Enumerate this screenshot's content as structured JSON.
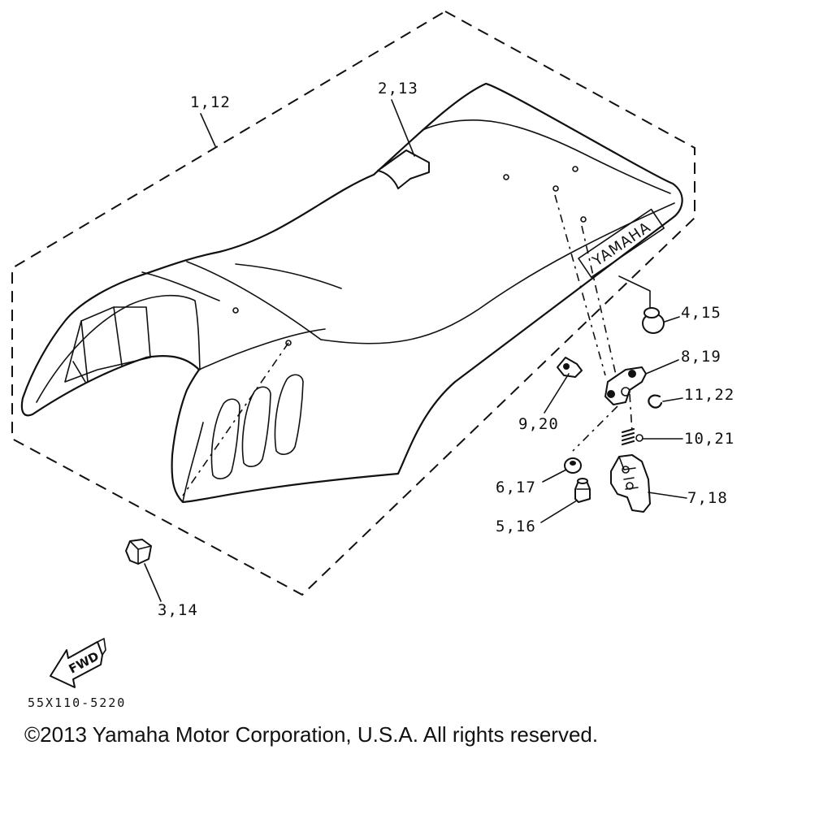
{
  "callouts": {
    "c1": "1,12",
    "c2": "2,13",
    "c3": "3,14",
    "c4": "4,15",
    "c5": "5,16",
    "c6": "6,17",
    "c7": "7,18",
    "c8": "8,19",
    "c9": "9,20",
    "c10": "10,21",
    "c11": "11,22"
  },
  "seat_logo": "YAMAHA",
  "direction_label": "FWD",
  "diagram_ref": "55X110-5220",
  "copyright": "©2013 Yamaha Motor Corporation, U.S.A. All rights reserved."
}
